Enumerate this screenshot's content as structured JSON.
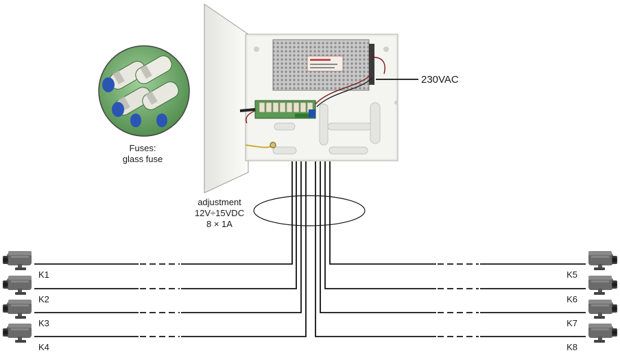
{
  "labels": {
    "fuses_line1": "Fuses:",
    "fuses_line2": "glass fuse",
    "adjust_line1": "adjustment",
    "adjust_line2": "12V÷15VDC",
    "adjust_line3": "8 × 1A",
    "mains": "230VAC"
  },
  "channels_left": [
    "K1",
    "K2",
    "K3",
    "K4"
  ],
  "channels_right": [
    "K5",
    "K6",
    "K7",
    "K8"
  ],
  "icons": {
    "enclosure": "enclosure-icon",
    "psu": "power-supply-module-icon",
    "fuse_board": "fuse-board-icon",
    "fuse_closeup": "fuse-closeup-icon",
    "camera": "cctv-camera-icon"
  },
  "colors": {
    "line": "#111111",
    "enclosure": "#f2f2ef",
    "board": "#4f8c4a",
    "fuse_blue": "#2a55b5",
    "camera": "#555555"
  }
}
